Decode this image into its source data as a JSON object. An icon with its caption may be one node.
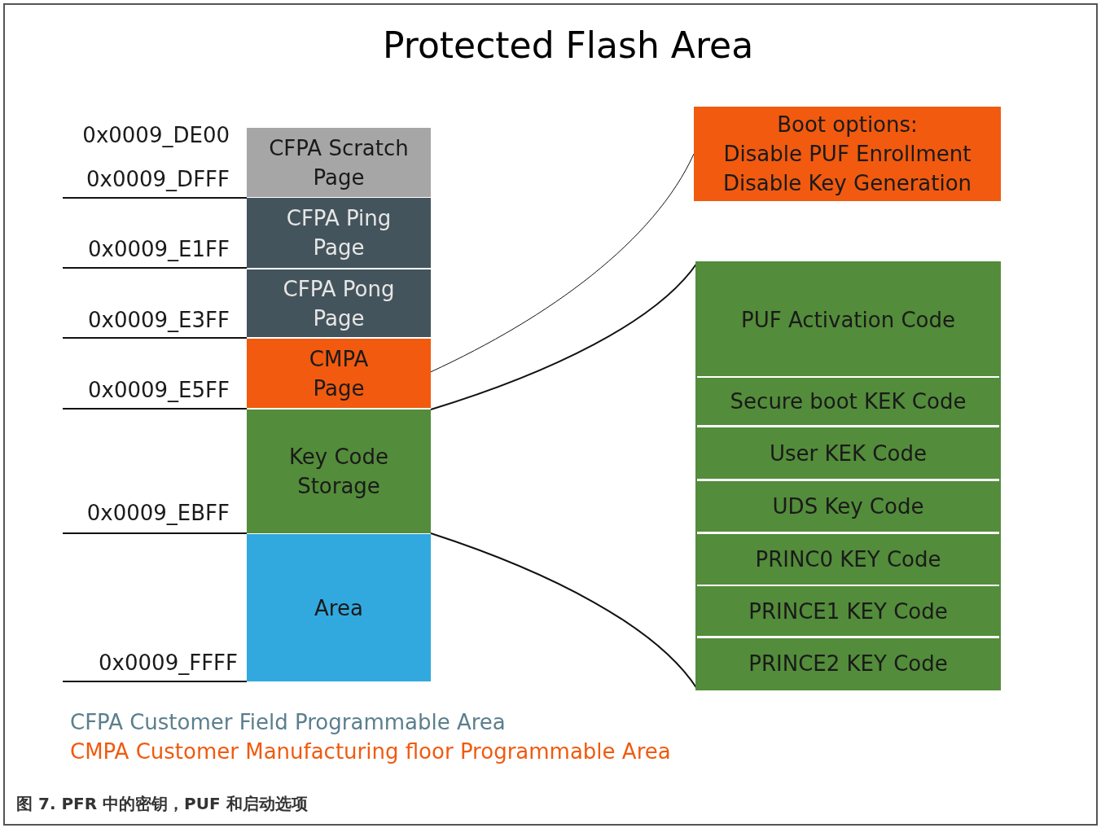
{
  "diagram": {
    "title": "Protected Flash Area",
    "caption": "图 7. PFR 中的密钥，PUF 和启动选项",
    "nodes": [
      {
        "text": [
          "CFPA Scratch Page"
        ]
      },
      {
        "text": [
          "CFPA Ping Page"
        ]
      },
      {
        "text": [
          "CFPA Pong Page"
        ]
      },
      {
        "text": [
          "CMPA Page"
        ]
      },
      {
        "text": [
          "Key Code Storage"
        ]
      },
      {
        "text": [
          "Area"
        ]
      },
      {
        "text": [
          "Boot options:",
          "Disable PUF Enrollment Disable Key Generation"
        ]
      },
      {
        "text": [],
        "shape": "box"
      },
      {
        "text": [
          "PUF Activation Code"
        ],
        "in": 7
      },
      {
        "text": [
          "Secure boot KEK Code"
        ],
        "in": 7
      },
      {
        "text": [
          "User KEK Code"
        ],
        "in": 7
      },
      {
        "text": [
          "UDS Key Code"
        ],
        "in": 7
      },
      {
        "text": [
          "PRINC0 KEY Code"
        ],
        "in": 7
      },
      {
        "text": [
          "PRINCE1 KEY Code"
        ],
        "in": 7
      },
      {
        "text": [
          "PRINCE2 KEY Code"
        ],
        "in": 7
      }
    ],
    "edges": [
      {
        "from": 3,
        "to": 6,
        "arrow": "none"
      },
      {
        "from": 4,
        "to": 7,
        "arrow": "none"
      },
      {
        "from": 4,
        "to": 7,
        "arrow": "none"
      }
    ],
    "labels": [
      "0x0009_DE00",
      "0x0009_DFFF",
      "0x0009_E1FF",
      "0x0009_E3FF",
      "0x0009_E5FF",
      "0x0009_EBFF",
      "0x0009_FFFF",
      "CFPA Customer Field Programmable Area",
      "CMPA Customer Manufacturing floor Programmable Area"
    ]
  }
}
